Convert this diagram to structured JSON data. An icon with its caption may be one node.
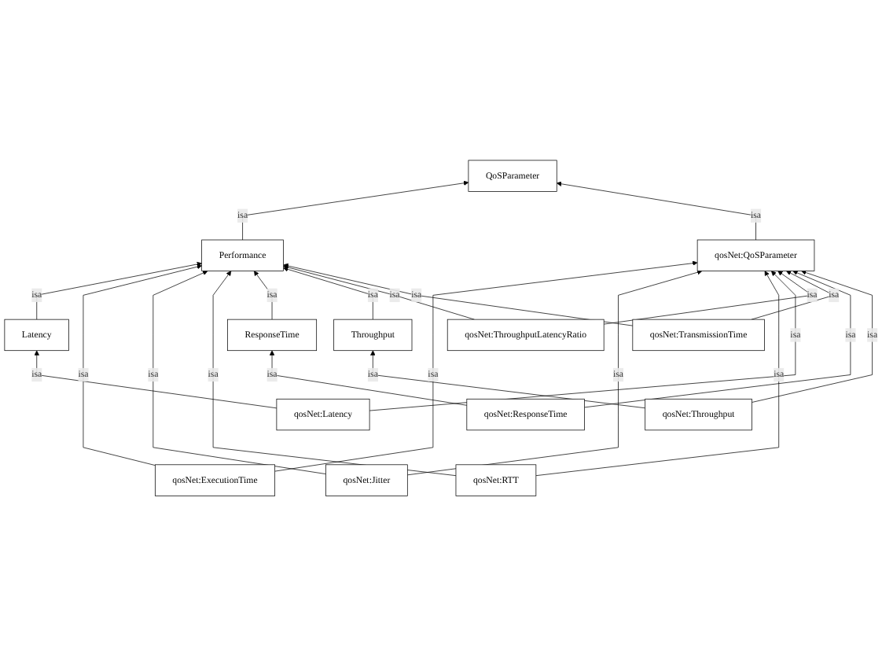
{
  "diagram": {
    "nodes": [
      {
        "text": [
          "Latency"
        ]
      },
      {
        "text": [
          "qosNet:ExecutionTime"
        ]
      },
      {
        "text": [
          "qosNet:Jitter"
        ]
      },
      {
        "text": [
          "qosNet:RTT"
        ]
      },
      {
        "text": [
          "QoSParameter"
        ]
      },
      {
        "text": [
          "qosNet:Latency"
        ]
      },
      {
        "text": [
          "Performance"
        ]
      },
      {
        "text": [
          "qosNet:QoSParameter"
        ]
      },
      {
        "text": [
          "Throughput"
        ]
      },
      {
        "text": [
          "qosNet:ThroughputLatencyRatio"
        ]
      },
      {
        "text": [
          "qosNet:TransmissionTime"
        ]
      },
      {
        "text": [
          "ResponseTime"
        ]
      },
      {
        "text": [
          "qosNet:ResponseTime"
        ]
      },
      {
        "text": [
          "qosNet:Throughput"
        ]
      }
    ],
    "edges": [
      {
        "from": 5,
        "to": 0,
        "arrow": "to",
        "label": "isa"
      },
      {
        "from": 0,
        "to": 6,
        "arrow": "to",
        "label": "isa"
      },
      {
        "from": 1,
        "to": 6,
        "arrow": "to",
        "label": "isa"
      },
      {
        "from": 1,
        "to": 7,
        "arrow": "to",
        "label": "isa"
      },
      {
        "from": 2,
        "to": 6,
        "arrow": "to",
        "label": "isa"
      },
      {
        "from": 2,
        "to": 7,
        "arrow": "to",
        "label": "isa"
      },
      {
        "from": 3,
        "to": 6,
        "arrow": "to",
        "label": "isa"
      },
      {
        "from": 3,
        "to": 7,
        "arrow": "to",
        "label": "isa"
      },
      {
        "from": 5,
        "to": 7,
        "arrow": "to",
        "label": "isa"
      },
      {
        "from": 6,
        "to": 4,
        "arrow": "to",
        "label": "isa"
      },
      {
        "from": 7,
        "to": 4,
        "arrow": "to",
        "label": "isa"
      },
      {
        "from": 11,
        "to": 6,
        "arrow": "to",
        "label": "isa"
      },
      {
        "from": 8,
        "to": 6,
        "arrow": "to",
        "label": "isa"
      },
      {
        "from": 9,
        "to": 6,
        "arrow": "to",
        "label": "isa"
      },
      {
        "from": 9,
        "to": 7,
        "arrow": "to",
        "label": "isa"
      },
      {
        "from": 10,
        "to": 6,
        "arrow": "to",
        "label": "isa"
      },
      {
        "from": 10,
        "to": 7,
        "arrow": "to",
        "label": "isa"
      },
      {
        "from": 13,
        "to": 8,
        "arrow": "to",
        "label": "isa"
      },
      {
        "from": 12,
        "to": 11,
        "arrow": "to",
        "label": "isa"
      },
      {
        "from": 12,
        "to": 7,
        "arrow": "to",
        "label": "isa"
      },
      {
        "from": 13,
        "to": 7,
        "arrow": "to",
        "label": "isa"
      }
    ]
  }
}
